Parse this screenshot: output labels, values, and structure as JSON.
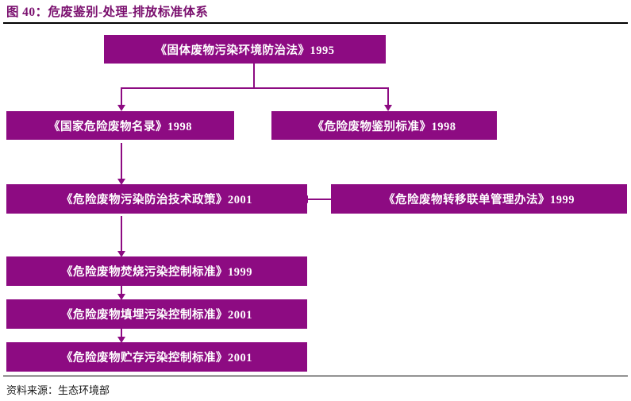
{
  "header": {
    "title": "图 40：危废鉴别-处理-排放标准体系"
  },
  "footer": {
    "source": "资料来源：生态环境部"
  },
  "colors": {
    "accent": "#8d0b82",
    "title": "#7a0f6e",
    "node_text": "#ffffff",
    "rule": "#000000",
    "background": "#ffffff"
  },
  "diagram": {
    "type": "flowchart",
    "nodes": [
      {
        "id": "n1",
        "label": "《固体废物污染环境防治法》1995"
      },
      {
        "id": "n2",
        "label": "《国家危险废物名录》1998"
      },
      {
        "id": "n3",
        "label": "《危险废物鉴别标准》1998"
      },
      {
        "id": "n4",
        "label": "《危险废物污染防治技术政策》2001"
      },
      {
        "id": "n5",
        "label": "《危险废物转移联单管理办法》1999"
      },
      {
        "id": "n6",
        "label": "《危险废物焚烧污染控制标准》1999"
      },
      {
        "id": "n7",
        "label": "《危险废物填埋污染控制标准》2001"
      },
      {
        "id": "n8",
        "label": "《危险废物贮存污染控制标准》2001"
      }
    ],
    "edges": [
      {
        "from": "n1",
        "to": "n2",
        "direction": "down"
      },
      {
        "from": "n1",
        "to": "n3",
        "direction": "down"
      },
      {
        "from": "n2",
        "to": "n4",
        "direction": "down"
      },
      {
        "from": "n5",
        "to": "n4",
        "direction": "left"
      },
      {
        "from": "n4",
        "to": "n6",
        "direction": "down"
      },
      {
        "from": "n6",
        "to": "n7",
        "direction": "down"
      },
      {
        "from": "n7",
        "to": "n8",
        "direction": "down"
      }
    ]
  }
}
